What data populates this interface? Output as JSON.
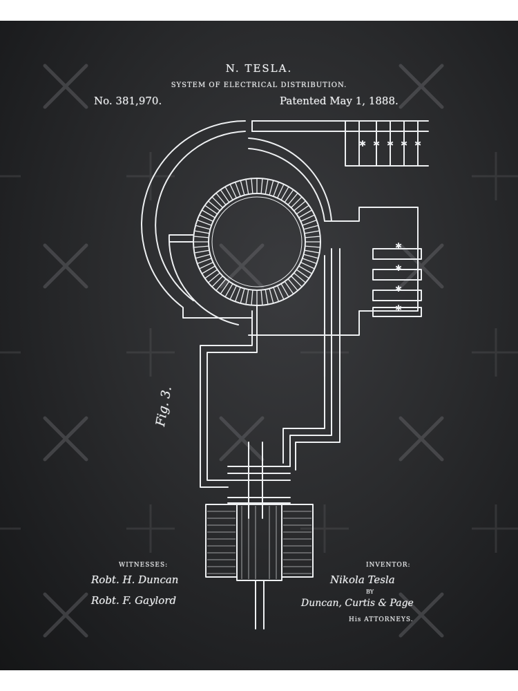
{
  "patent": {
    "inventor_name": "N. TESLA.",
    "title": "SYSTEM OF ELECTRICAL DISTRIBUTION.",
    "number": "No. 381,970.",
    "patented": "Patented May 1, 1888."
  },
  "figure_label": "Fig. 3.",
  "witnesses": {
    "heading": "WITNESSES:",
    "signature_1": "Robt. H. Duncan",
    "signature_2": "Robt. F. Gaylord"
  },
  "inventor": {
    "heading": "INVENTOR:",
    "signature": "Nikola Tesla",
    "by": "BY",
    "attorneys_signature": "Duncan, Curtis & Page",
    "attorneys_label": "His ATTORNEYS."
  },
  "colors": {
    "chalkboard": "#2a2b2d",
    "chalk": "#eef0f2",
    "frame": "#ffffff"
  }
}
